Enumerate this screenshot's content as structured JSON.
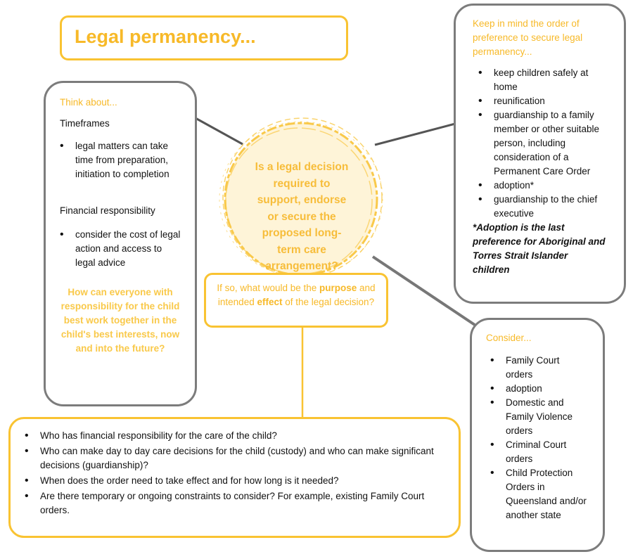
{
  "title": "Legal permanency...",
  "center_question": "Is a legal decision required to support, endorse or secure the proposed long-term care arrangement?",
  "purpose_box": {
    "pre": "If so, what would be the ",
    "purpose": "purpose",
    "mid": " and intended ",
    "effect": "effect",
    "post": " of the legal decision?"
  },
  "think_about": {
    "heading": "Think about...",
    "sections": [
      {
        "title": "Timeframes",
        "items": [
          "legal matters can take time from preparation, initiation to completion"
        ]
      },
      {
        "title": "Financial responsibility",
        "items": [
          "consider the cost of legal action and access to legal advice"
        ]
      }
    ],
    "question": "How can everyone with responsibility for the child best work together in the child's best interests, now and into the future?"
  },
  "preference": {
    "heading": "Keep in mind the order of preference to secure legal permanency...",
    "items": [
      "keep children safely at home",
      "reunification",
      "guardianship to a family member or other suitable person, including consideration of a Permanent Care Order",
      "adoption*",
      "guardianship to the chief executive"
    ],
    "note": "*Adoption is the last preference for Aboriginal and Torres Strait Islander children"
  },
  "consider": {
    "heading": "Consider...",
    "items": [
      "Family Court orders",
      "adoption",
      "Domestic and Family Violence orders",
      "Criminal Court orders",
      "Child Protection Orders in Queensland and/or another state"
    ]
  },
  "questions": [
    "Who has financial responsibility for the care of the child?",
    "Who can make day to day care decisions for the child (custody) and who can make significant decisions (guardianship)?",
    "When does the order need to take effect and for how long is it needed?",
    "Are there temporary or ongoing constraints to consider? For example, existing Family Court orders."
  ]
}
